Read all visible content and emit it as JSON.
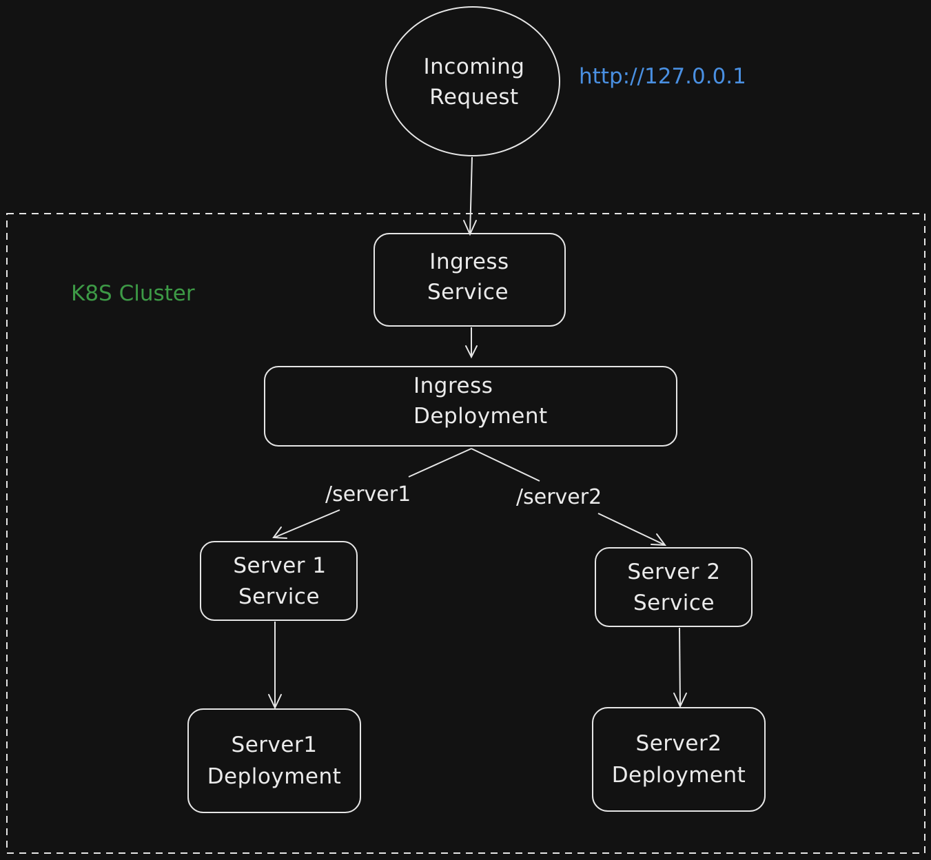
{
  "colors": {
    "background": "#121212",
    "stroke": "#e6e6e6",
    "text": "#ebebeb",
    "cluster_label": "#3d9a46",
    "url_label": "#4a90e2"
  },
  "url_label": "http://127.0.0.1",
  "cluster": {
    "label": "K8S Cluster"
  },
  "nodes": {
    "incoming": {
      "line1": "Incoming",
      "line2": "Request"
    },
    "ingress_service": {
      "line1": "Ingress",
      "line2": "Service"
    },
    "ingress_deployment": {
      "line1": "Ingress",
      "line2": "Deployment"
    },
    "server1_service": {
      "line1": "Server 1",
      "line2": "Service"
    },
    "server2_service": {
      "line1": "Server 2",
      "line2": "Service"
    },
    "server1_deployment": {
      "line1": "Server1",
      "line2": "Deployment"
    },
    "server2_deployment": {
      "line1": "Server2",
      "line2": "Deployment"
    }
  },
  "edges": {
    "to_server1": "/server1",
    "to_server2": "/server2"
  }
}
